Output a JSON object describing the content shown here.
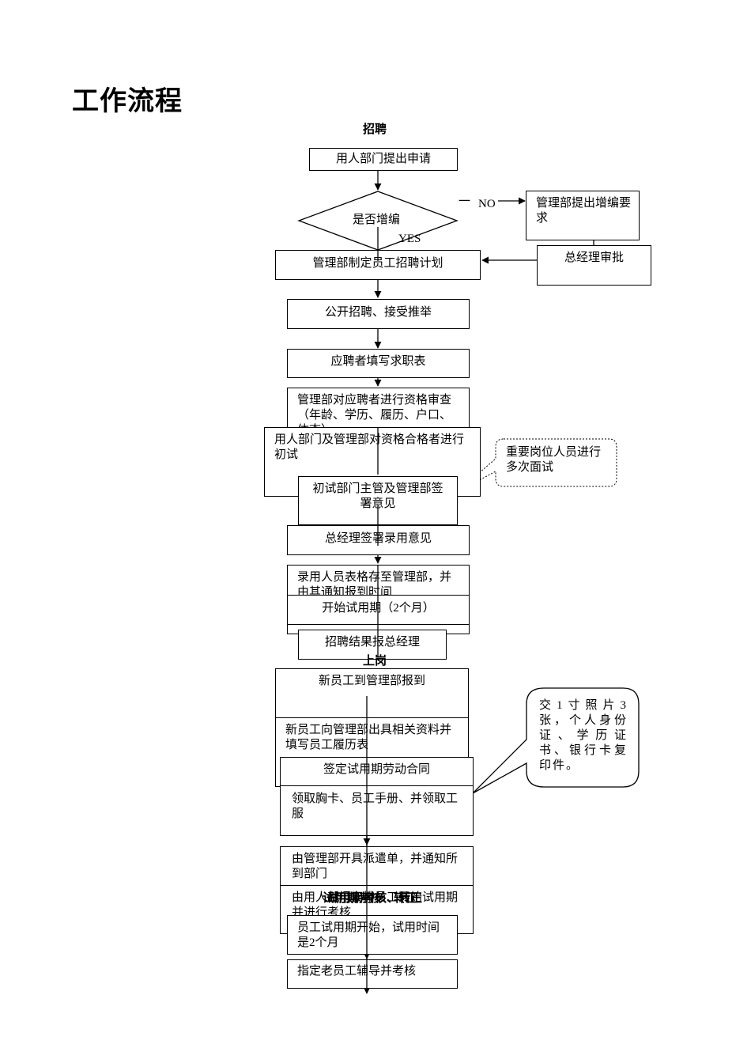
{
  "page": {
    "title": "工作流程"
  },
  "sections": {
    "recruit": "招聘",
    "onboard": "上岗",
    "probation_a": "试用期考核、转正",
    "probation_b": "试用期考核、转正"
  },
  "recruit": {
    "apply": "用人部门提出申请",
    "decision": "是否增编",
    "no_label": "NO",
    "yes_label": "YES",
    "dash": "一",
    "request_increase": "管理部提出增编要求",
    "gm_approve": "总经理审批",
    "plan": "管理部制定员工招聘计划",
    "open_recruit": "公开招聘、接受推举",
    "fill_form": "应聘者填写求职表",
    "qualify_check": "管理部对应聘者进行资格审查（年龄、学历、履历、户口、体态）",
    "first_interview": "用人部门及管理部对资格合格者进行初试",
    "interview_note": "重要岗位人员进行多次面试",
    "sign_opinion": "初试部门主管及管理部签署意见",
    "gm_hire": "总经理签署录用意见",
    "save_form": "录用人员表格存至管理部，并由其通知报到时间",
    "start_probation": "开始试用期（2个月）",
    "report_gm": "招聘结果报总经理"
  },
  "onboard": {
    "register": "新员工到管理部报到",
    "submit_docs": "新员工向管理部出具相关资料并填写员工履历表",
    "docs_note": "交1寸照片3张，个人身份证、学历证书、银行卡复印件。",
    "contract": "签定试用期劳动合同",
    "receive_items": "领取胸卡、员工手册、并领取工服",
    "dispatch": "由管理部开具派遣单，并通知所到部门",
    "dept_start": "由用人部门安排员工开始试用期并进行考核"
  },
  "probation": {
    "start": "员工试用期开始，试用时间是2个月",
    "mentor": "指定老员工辅导并考核"
  }
}
